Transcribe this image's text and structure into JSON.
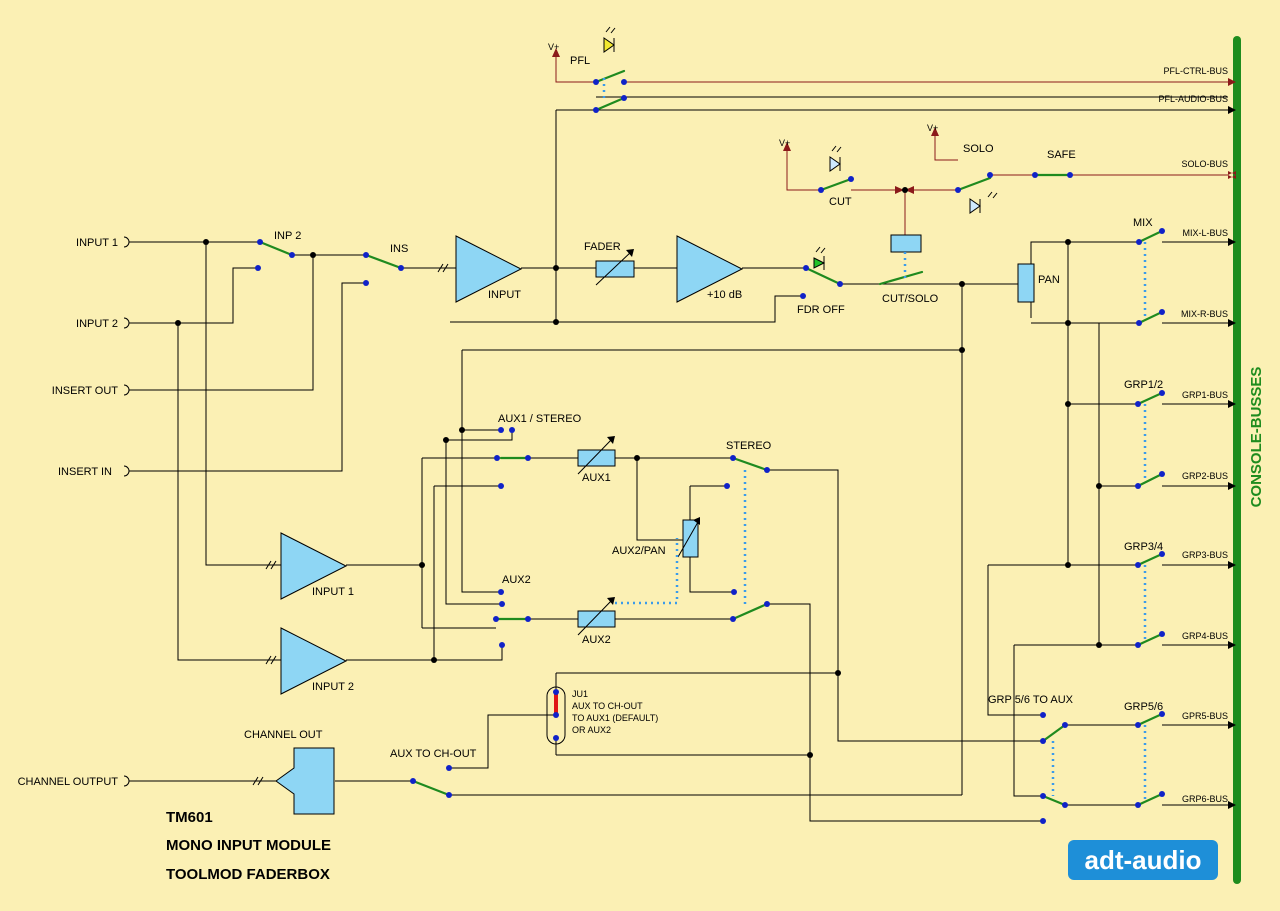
{
  "labels": {
    "input1_jack": "INPUT 1",
    "input2_jack": "INPUT 2",
    "insert_out": "INSERT OUT",
    "insert_in": "INSERT IN",
    "channel_output": "CHANNEL OUTPUT",
    "inp2_switch": "INP 2",
    "ins_switch": "INS",
    "input_amp": "INPUT",
    "fader": "FADER",
    "gain_amp": "+10 dB",
    "fdr_off": "FDR OFF",
    "pfl": "PFL",
    "v_plus_1": "V+",
    "v_plus_2": "V+",
    "v_plus_3": "V+",
    "cut": "CUT",
    "solo": "SOLO",
    "safe": "SAFE",
    "cut_solo": "CUT/SOLO",
    "pan": "PAN",
    "mix": "MIX",
    "grp12": "GRP1/2",
    "grp34": "GRP3/4",
    "grp56": "GRP5/6",
    "grp56_to_aux": "GRP 5/6 TO AUX",
    "aux1_stereo": "AUX1 / STEREO",
    "aux1": "AUX1",
    "stereo": "STEREO",
    "aux2_pan": "AUX2/PAN",
    "aux2_switch": "AUX2",
    "aux2": "AUX2",
    "input1_amp": "INPUT 1",
    "input2_amp": "INPUT 2",
    "ju1": "JU1",
    "ju1_line1": "AUX TO CH-OUT",
    "ju1_line2": "TO AUX1 (DEFAULT)",
    "ju1_line3": "OR AUX2",
    "aux_to_chout": "AUX TO CH-OUT",
    "channel_out": "CHANNEL OUT"
  },
  "busses": {
    "pfl_ctrl": "PFL-CTRL-BUS",
    "pfl_audio": "PFL-AUDIO-BUS",
    "solo": "SOLO-BUS",
    "mix_l": "MIX-L-BUS",
    "mix_r": "MIX-R-BUS",
    "grp1": "GRP1-BUS",
    "grp2": "GRP2-BUS",
    "grp3": "GRP3-BUS",
    "grp4": "GRP4-BUS",
    "grp5": "GPR5-BUS",
    "grp6": "GRP6-BUS",
    "rail": "CONSOLE-BUSSES"
  },
  "title": {
    "line1": "TM601",
    "line2": "MONO INPUT MODULE",
    "line3": "TOOLMOD FADERBOX"
  },
  "logo": "adt-audio",
  "colors": {
    "background": "#fbf0b4",
    "block": "#8ed6f4",
    "switch": "#1f8a1f",
    "gang": "#3a9bea",
    "control_wire": "#8b1a1a",
    "node": "#1022c8",
    "led_yellow": "#f2e830",
    "led_green": "#22c22a",
    "led_blue": "#cfeaff",
    "jumper": "#e01515",
    "rail": "#1e8c1e",
    "logo": "#1e8fd8"
  }
}
